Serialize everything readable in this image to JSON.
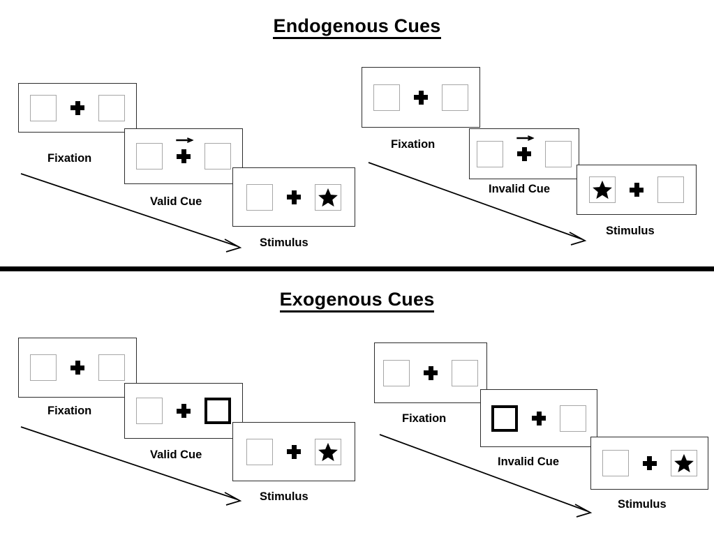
{
  "sections": [
    {
      "id": "endogenous",
      "title": "Endogenous Cues",
      "sequences": [
        {
          "id": "endogenous-valid",
          "stages": [
            {
              "label": "Fixation",
              "left_box": "empty",
              "right_box": "empty",
              "cue": "none"
            },
            {
              "label": "Valid Cue",
              "left_box": "empty",
              "right_box": "empty",
              "cue": "arrow-right"
            },
            {
              "label": "Stimulus",
              "left_box": "empty",
              "right_box": "star",
              "cue": "none"
            }
          ]
        },
        {
          "id": "endogenous-invalid",
          "stages": [
            {
              "label": "Fixation",
              "left_box": "empty",
              "right_box": "empty",
              "cue": "none"
            },
            {
              "label": "Invalid Cue",
              "left_box": "empty",
              "right_box": "empty",
              "cue": "arrow-right"
            },
            {
              "label": "Stimulus",
              "left_box": "star",
              "right_box": "empty",
              "cue": "none"
            }
          ]
        }
      ]
    },
    {
      "id": "exogenous",
      "title": "Exogenous Cues",
      "sequences": [
        {
          "id": "exogenous-valid",
          "stages": [
            {
              "label": "Fixation",
              "left_box": "empty",
              "right_box": "empty",
              "cue": "none"
            },
            {
              "label": "Valid Cue",
              "left_box": "empty",
              "right_box": "highlight",
              "cue": "none"
            },
            {
              "label": "Stimulus",
              "left_box": "empty",
              "right_box": "star",
              "cue": "none"
            }
          ]
        },
        {
          "id": "exogenous-invalid",
          "stages": [
            {
              "label": "Fixation",
              "left_box": "empty",
              "right_box": "empty",
              "cue": "none"
            },
            {
              "label": "Invalid Cue",
              "left_box": "highlight",
              "right_box": "empty",
              "cue": "none"
            },
            {
              "label": "Stimulus",
              "left_box": "empty",
              "right_box": "star",
              "cue": "none"
            }
          ]
        }
      ]
    }
  ],
  "labels": {
    "endogenous_title": "Endogenous Cues",
    "exogenous_title": "Exogenous Cues",
    "fixation": "Fixation",
    "valid_cue": "Valid Cue",
    "invalid_cue": "Invalid Cue",
    "stimulus": "Stimulus"
  },
  "colors": {
    "panel_border": "#2b2b2b",
    "box_border": "#a6a6a6",
    "highlight_border": "#000000",
    "symbol": "#000000",
    "divider": "#000000",
    "background": "#ffffff"
  }
}
